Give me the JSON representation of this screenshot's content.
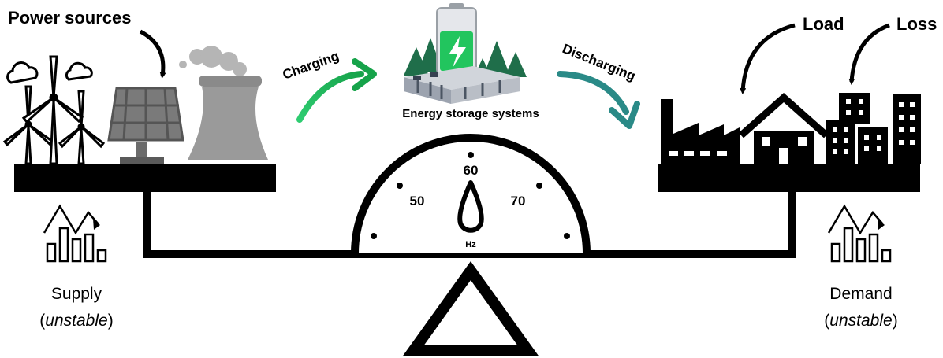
{
  "labels": {
    "power_sources": "Power sources",
    "charging": "Charging",
    "discharging": "Discharging",
    "energy_storage": "Energy storage systems",
    "load": "Load",
    "loss": "Loss"
  },
  "gauge": {
    "unit": "Hz",
    "ticks": [
      "50",
      "60",
      "70"
    ]
  },
  "supply": {
    "label": "Supply",
    "open_paren": "(",
    "qualifier": "unstable",
    "close_paren": ")"
  },
  "demand": {
    "label": "Demand",
    "open_paren": "(",
    "qualifier": "unstable",
    "close_paren": ")"
  },
  "icons": {
    "supply_side": [
      "wind-turbine",
      "cloud",
      "solar-panel",
      "cooling-tower"
    ],
    "storage": [
      "battery",
      "storage-containers",
      "trees"
    ],
    "demand_side": [
      "factory",
      "house",
      "city-buildings"
    ],
    "trend": "bar-chart-trend"
  },
  "colors": {
    "charging_arrow_start": "#2ecc71",
    "charging_arrow_end": "#16a34a",
    "discharging_arrow": "#2a8a87",
    "battery_green": "#22c55e",
    "structure": "#000000",
    "grey_asset": "#7a7a7a"
  }
}
